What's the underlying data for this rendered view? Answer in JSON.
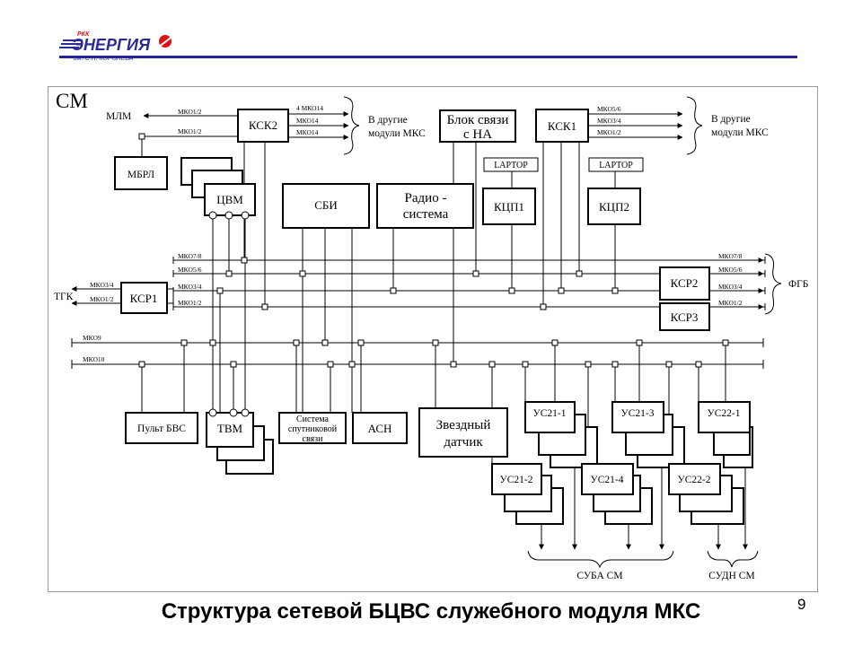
{
  "logo": {
    "small": "РКК",
    "main": "ЭНЕРГИЯ",
    "sub": "им. С.П. КОРОЛЕВА"
  },
  "diagram": {
    "module_label": "СМ",
    "buses": {
      "mko78": "МКО7/8",
      "mko56": "МКО5/6",
      "mko34": "МКО3/4",
      "mko12": "МКО1/2",
      "mko9": "МКО9",
      "mko10": "МКО10",
      "mko14": "МКО14",
      "mko14_4": "4 МКО14"
    },
    "blocks": {
      "ksk2": "КСК2",
      "ksk1": "КСК1",
      "mbrl": "МБРЛ",
      "cvm": "ЦВМ",
      "sbi": "СБИ",
      "radio1": "Радио -",
      "radio2": "система",
      "blok1": "Блок связи",
      "blok2": "с НА",
      "laptop": "LAPTOP",
      "kcp1": "КЦП1",
      "kcp2": "КЦП2",
      "ksr1": "КСР1",
      "ksr2": "КСР2",
      "ksr3": "КСР3",
      "pult": "Пульт БВС",
      "tvm": "ТВМ",
      "sss1": "Система",
      "sss2": "спутниковой",
      "sss3": "связи",
      "asn": "АСН",
      "zd1": "Звездный",
      "zd2": "датчик",
      "us211": "УС21-1",
      "us213": "УС21-3",
      "us221": "УС22-1",
      "us212": "УС21-2",
      "us214": "УС21-4",
      "us222": "УС22-2"
    },
    "external": {
      "mlm": "МЛМ",
      "tgk": "ТГК",
      "fgb": "ФГБ",
      "other1": "В другие",
      "other2": "модули МКС",
      "suba": "СУБА СМ",
      "sudn": "СУДН СМ"
    }
  },
  "footer": {
    "title": "Структура сетевой БЦВС служебного модуля МКС",
    "page": "9"
  }
}
